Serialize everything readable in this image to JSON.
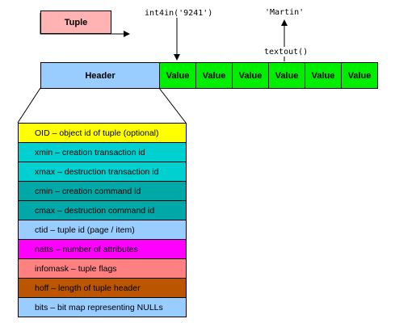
{
  "tuple": {
    "label": "Tuple",
    "color": "#ffb3b3"
  },
  "header": {
    "label": "Header",
    "color": "#99ccff"
  },
  "value_cells": [
    {
      "label": "Value",
      "color": "#00ee00"
    },
    {
      "label": "Value",
      "color": "#00ee00"
    },
    {
      "label": "Value",
      "color": "#00ee00"
    },
    {
      "label": "Value",
      "color": "#00ee00"
    },
    {
      "label": "Value",
      "color": "#00ee00"
    },
    {
      "label": "Value",
      "color": "#00ee00"
    }
  ],
  "annotations": {
    "int4in": "int4in('9241')",
    "martin": "'Martin'",
    "textout": "textout()"
  },
  "fields": [
    {
      "text": "OID – object id of tuple (optional)",
      "color": "#ffff00"
    },
    {
      "text": "xmin – creation transaction id",
      "color": "#00d0d0"
    },
    {
      "text": "xmax – destruction transaction id",
      "color": "#00d0d0"
    },
    {
      "text": "cmin – creation command id",
      "color": "#00a8a8"
    },
    {
      "text": "cmax – destruction command id",
      "color": "#00a8a8"
    },
    {
      "text": "ctid – tuple id (page / item)",
      "color": "#99ccff"
    },
    {
      "text": "natts – number of attributes",
      "color": "#ff00ff"
    },
    {
      "text": "infomask – tuple flags",
      "color": "#ff8080"
    },
    {
      "text": "hoff – length of tuple header",
      "color": "#bb5500"
    },
    {
      "text": "bits – bit map representing NULLs",
      "color": "#99ccff"
    }
  ]
}
